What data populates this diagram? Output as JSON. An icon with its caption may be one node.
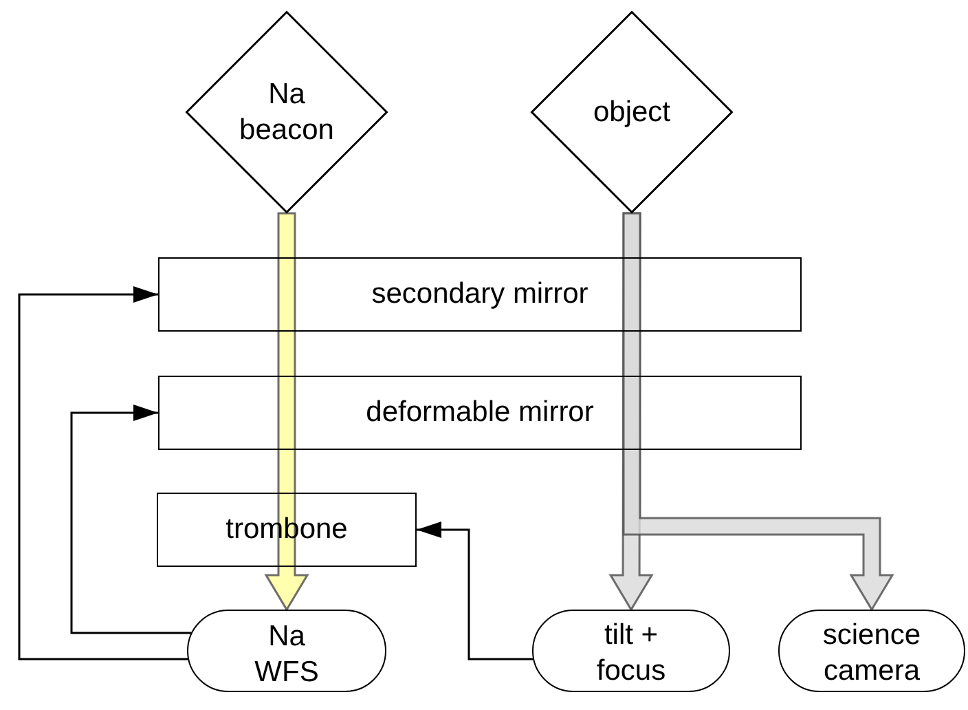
{
  "diagram": {
    "nodes": [
      {
        "text": [
          "Na beacon"
        ]
      },
      {
        "text": [
          "object"
        ]
      },
      {
        "text": [
          "secondary mirror"
        ]
      },
      {
        "text": [
          "deformable mirror"
        ]
      },
      {
        "text": [
          "trombone"
        ]
      },
      {
        "text": [
          "Na WFS"
        ]
      },
      {
        "text": [
          "tilt + focus"
        ]
      },
      {
        "text": [
          "science camera"
        ]
      }
    ],
    "edges": [
      {
        "from": 0,
        "to": 5,
        "arrow": "to",
        "style": "thick",
        "color": "#ffff99"
      },
      {
        "from": 1,
        "to": 6,
        "arrow": "to",
        "style": "thick",
        "color": "#d9d9d9"
      },
      {
        "from": 1,
        "to": 7,
        "arrow": "to",
        "style": "thick",
        "color": "#d9d9d9"
      },
      {
        "from": 5,
        "to": 2,
        "arrow": "to"
      },
      {
        "from": 5,
        "to": 3,
        "arrow": "to"
      },
      {
        "from": 6,
        "to": 4,
        "arrow": "to"
      }
    ]
  }
}
